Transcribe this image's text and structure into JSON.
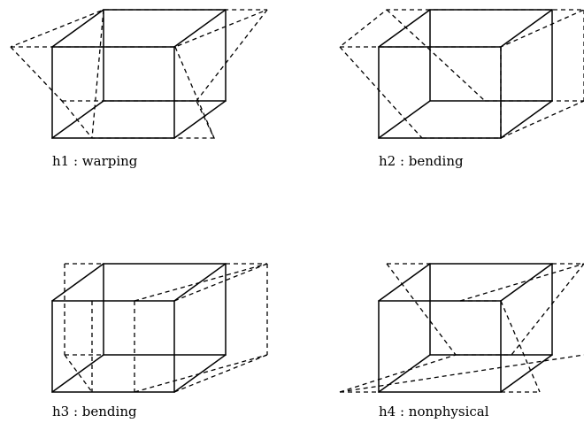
{
  "panels": [
    {
      "id": "h1",
      "caption": "h1 : warping"
    },
    {
      "id": "h2",
      "caption": "h2 : bending"
    },
    {
      "id": "h3",
      "caption": "h3 : bending"
    },
    {
      "id": "h4",
      "caption": "h4 : nonphysical"
    }
  ]
}
